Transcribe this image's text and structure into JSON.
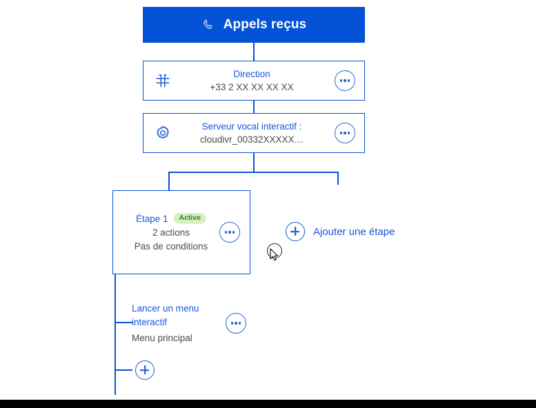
{
  "header": {
    "title": "Appels reçus",
    "icon": "phone-icon",
    "background_color": "#0452d6",
    "text_color": "#ffffff"
  },
  "nodes": {
    "direction": {
      "icon": "hash-keypad-icon",
      "title": "Direction",
      "subtitle": "+33 2 XX XX XX XX",
      "menu_icon": "ellipsis-icon"
    },
    "ivr": {
      "icon": "gear-icon",
      "title": "Serveur vocal interactif :",
      "subtitle": "cloudivr_00332XXXXX…",
      "menu_icon": "ellipsis-icon"
    },
    "step": {
      "title": "Étape 1",
      "badge": "Active",
      "badge_bg": "#d6f0c2",
      "badge_color": "#2f7a16",
      "actions_count": "2 actions",
      "conditions": "Pas de conditions",
      "menu_icon": "ellipsis-icon"
    },
    "action": {
      "title": "Lancer un menu interactif",
      "subtitle": "Menu principal",
      "menu_icon": "ellipsis-icon"
    }
  },
  "buttons": {
    "add_step": {
      "label": "Ajouter une étape",
      "icon": "plus-circle-icon",
      "color": "#1556d6"
    },
    "add_action": {
      "icon": "plus-circle-icon"
    }
  },
  "cursor": {
    "indicator": "click-ring",
    "pointer": "mouse-cursor"
  },
  "colors": {
    "brand_blue": "#0452d6",
    "link_blue": "#1a56d6",
    "body_gray": "#4a4a4a"
  },
  "bottom_bar": {
    "text": ""
  }
}
